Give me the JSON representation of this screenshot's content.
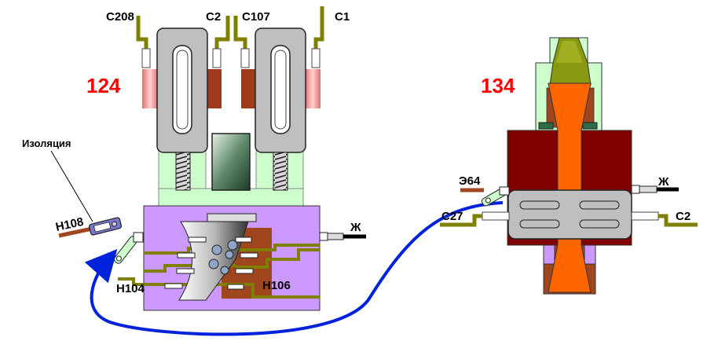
{
  "title_left": "124",
  "title_right": "134",
  "labels": {
    "c208": "С208",
    "c2_top": "С2",
    "c107": "С107",
    "c1": "С1",
    "insulation": "Изоляция",
    "n108": "Н108",
    "zh_left": "Ж",
    "n104": "Н104",
    "n106": "Н106",
    "e64": "Э64",
    "zh_right": "Ж",
    "c27": "С27",
    "c2_right": "С2"
  },
  "colors": {
    "title": "#ff0000",
    "olive_wire": "#808000",
    "brown_wire": "#a0461e",
    "blue_wire": "#0022dd",
    "violet_block": "#cc99ff",
    "mint": "#ccffcc",
    "maroon": "#800000",
    "orange": "#ff6600",
    "grey_coil": "#bfbfbf"
  }
}
